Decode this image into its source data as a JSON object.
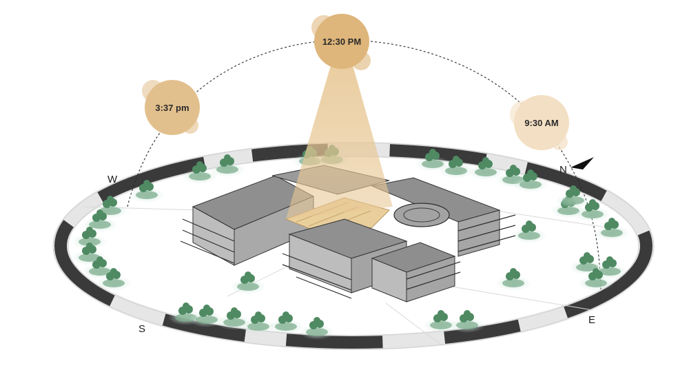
{
  "suns": [
    {
      "id": "morning",
      "label": "9:30 AM",
      "color": "#f3dfc3"
    },
    {
      "id": "noon",
      "label": "12:30 PM",
      "color": "#deb57a"
    },
    {
      "id": "afternoon",
      "label": "3:37 pm",
      "color": "#e2c08d"
    }
  ],
  "compass": {
    "north": "N",
    "east": "E",
    "south": "S",
    "west": "W"
  },
  "colors": {
    "ring_dark": "#3a3a3a",
    "ring_light": "#e6e6e6",
    "tree": "#4f8a63",
    "tree_glow": "#cfe8dc",
    "roof": "#8f8f8f",
    "facade": "#bdbdbd",
    "courtyard": "#e9cf9c",
    "light_beam": "#e8c896"
  }
}
